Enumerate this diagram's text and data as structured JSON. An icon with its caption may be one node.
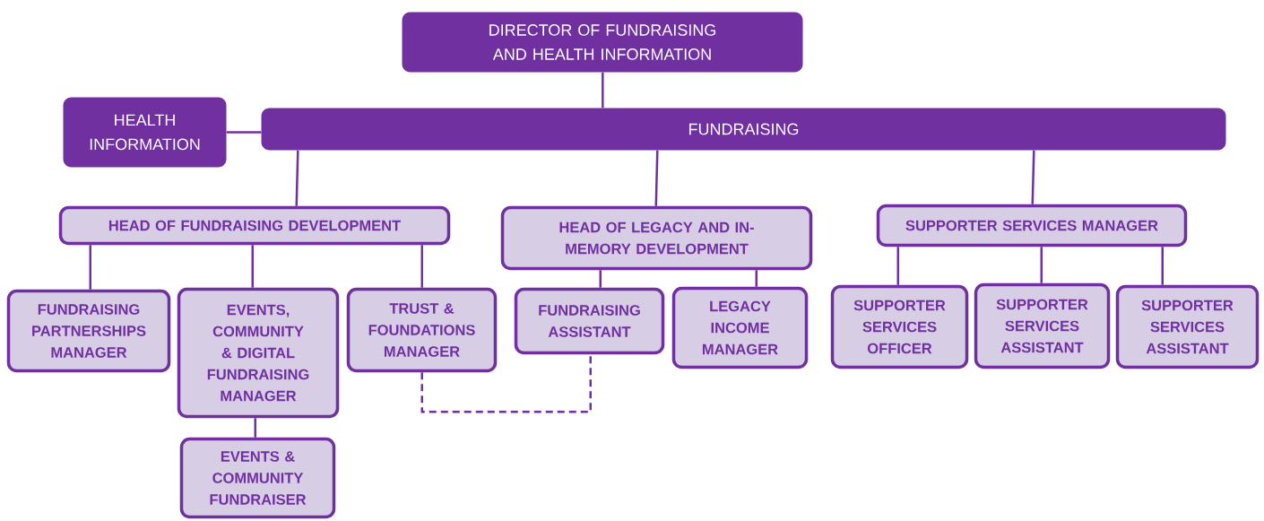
{
  "diagram": {
    "nodes": [
      {
        "text": [
          "DIRECTOR OF FUNDRAISING AND HEALTH INFORMATION"
        ]
      },
      {
        "text": [
          "HEALTH INFORMATION"
        ]
      },
      {
        "text": [
          "FUNDRAISING"
        ]
      },
      {
        "text": [
          "HEAD OF FUNDRAISING DEVELOPMENT"
        ]
      },
      {
        "text": [
          "HEAD OF LEGACY AND IN-MEMORY DEVELOPMENT"
        ]
      },
      {
        "text": [
          "SUPPORTER SERVICES MANAGER"
        ]
      },
      {
        "text": [
          "FUNDRAISING PARTNERSHIPS MANAGER"
        ]
      },
      {
        "text": [
          "EVENTS, COMMUNITY & DIGITAL FUNDRAISING MANAGER"
        ]
      },
      {
        "text": [
          "TRUST & FOUNDATIONS MANAGER"
        ]
      },
      {
        "text": [
          "FUNDRAISING ASSISTANT"
        ]
      },
      {
        "text": [
          "LEGACY INCOME MANAGER"
        ]
      },
      {
        "text": [
          "SUPPORTER SERVICES OFFICER"
        ]
      },
      {
        "text": [
          "SUPPORTER SERVICES ASSISTANT"
        ]
      },
      {
        "text": [
          "SUPPORTER SERVICES ASSISTANT"
        ]
      },
      {
        "text": [
          "EVENTS & COMMUNITY FUNDRAISER"
        ]
      }
    ],
    "edges": [
      {
        "from": 0,
        "to": 2,
        "arrow": "none"
      },
      {
        "from": 1,
        "to": 2,
        "arrow": "none"
      },
      {
        "from": 2,
        "to": 3,
        "arrow": "none"
      },
      {
        "from": 2,
        "to": 4,
        "arrow": "none"
      },
      {
        "from": 2,
        "to": 5,
        "arrow": "none"
      },
      {
        "from": 3,
        "to": 6,
        "arrow": "none"
      },
      {
        "from": 3,
        "to": 7,
        "arrow": "none"
      },
      {
        "from": 3,
        "to": 8,
        "arrow": "none"
      },
      {
        "from": 4,
        "to": 9,
        "arrow": "none"
      },
      {
        "from": 4,
        "to": 10,
        "arrow": "none"
      },
      {
        "from": 5,
        "to": 11,
        "arrow": "none"
      },
      {
        "from": 5,
        "to": 12,
        "arrow": "none"
      },
      {
        "from": 5,
        "to": 13,
        "arrow": "none"
      },
      {
        "from": 7,
        "to": 14,
        "arrow": "none"
      },
      {
        "from": 8,
        "to": 9,
        "arrow": "none",
        "style": "dashed"
      }
    ]
  }
}
